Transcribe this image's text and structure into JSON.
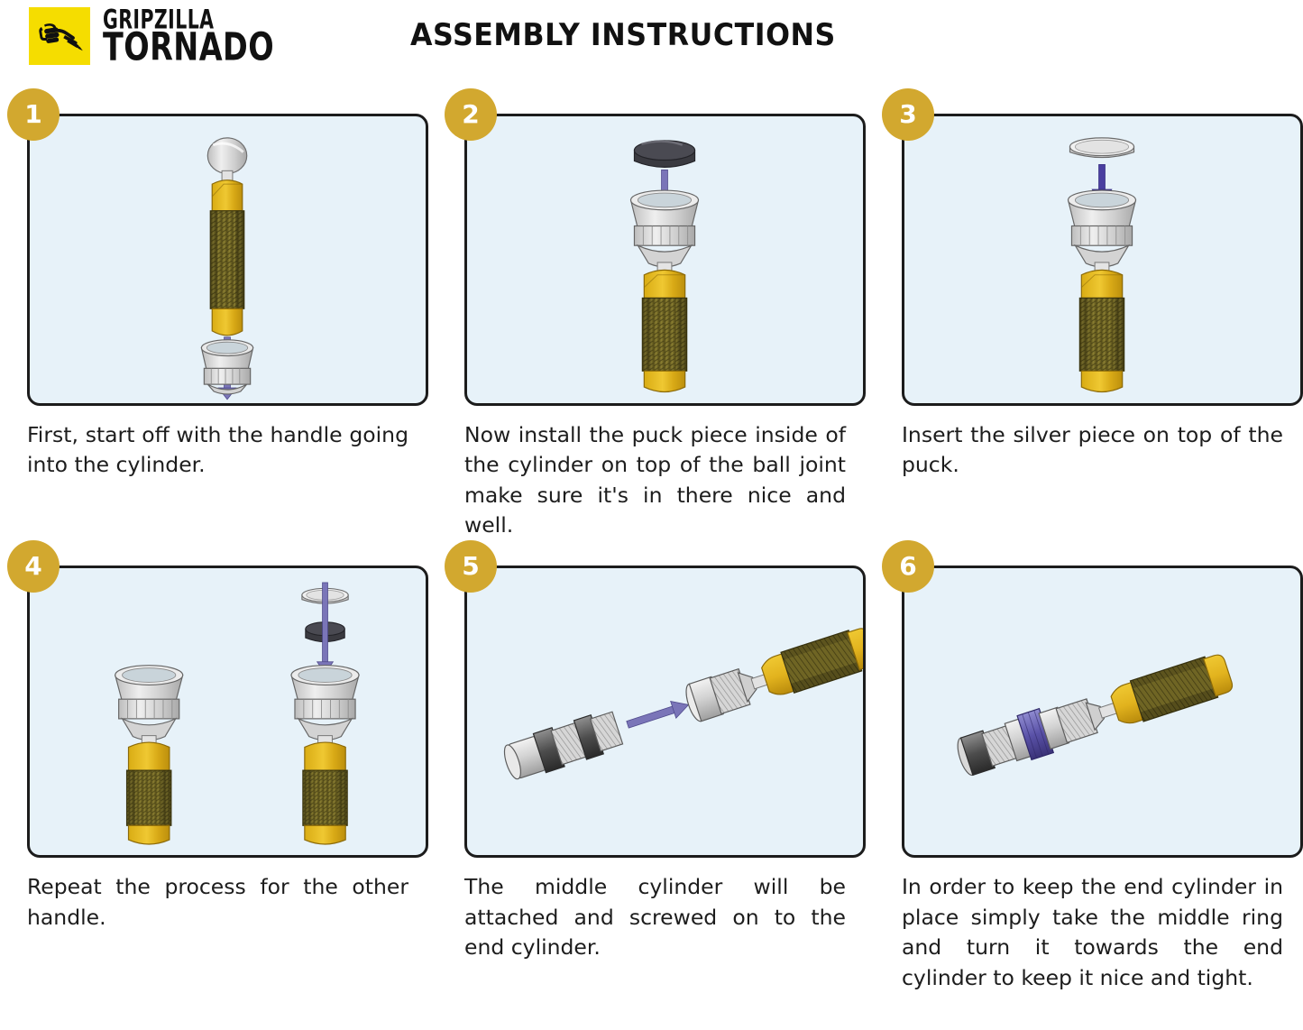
{
  "brand": {
    "logo_icon": "flexed-arm-fist-icon",
    "name_top": "GRIPZILLA",
    "name_bottom": "TORNADO",
    "logo_bg_color": "#F5DD00"
  },
  "header": {
    "title": "ASSEMBLY INSTRUCTIONS"
  },
  "theme": {
    "badge_color": "#D2A82F",
    "panel_bg": "#e7f2f9",
    "panel_border": "#1c1c1c",
    "arrow_color": "#6b66b0",
    "handle_yellow": "#E8C02A",
    "knurl_olive": "#7d7029",
    "silver": "#dcdcdc",
    "puck_dark": "#3e3e44",
    "text_color": "#1d1d1d"
  },
  "steps": [
    {
      "number": "1",
      "caption": "First, start off with the handle going into the cylinder.",
      "illustration": "handle-into-cylinder",
      "arrow_direction": "down"
    },
    {
      "number": "2",
      "caption": "Now install the puck piece inside of the cylinder on top of the ball joint make sure it's in there nice and well.",
      "illustration": "puck-into-cylinder",
      "arrow_direction": "down"
    },
    {
      "number": "3",
      "caption": "Insert the silver piece on top of the puck.",
      "illustration": "silver-disc-into-cylinder",
      "arrow_direction": "down"
    },
    {
      "number": "4",
      "caption": "Repeat the process for the other handle.",
      "illustration": "two-handles-repeat",
      "arrow_direction": "down"
    },
    {
      "number": "5",
      "caption": "The middle cylinder will be attached and screwed on to the end cylinder.",
      "illustration": "middle-cylinder-to-end-cylinder",
      "arrow_direction": "right"
    },
    {
      "number": "6",
      "caption": "In order to keep the end cylinder in place simply take the middle ring and turn it towards the end cylinder to keep it nice and tight.",
      "illustration": "locking-ring-tightened",
      "arrow_direction": "none"
    }
  ]
}
